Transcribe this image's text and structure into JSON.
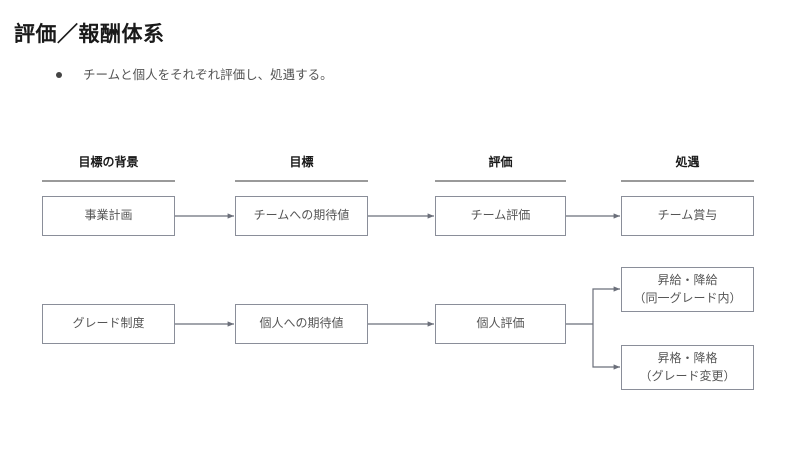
{
  "slide": {
    "title": "評価／報酬体系",
    "bullets": [
      {
        "marker": "bullet-dot",
        "text": "チームと個人をそれぞれ評価し、処遇する。"
      }
    ],
    "background_color": "#ffffff",
    "title_color": "#1a1a1a",
    "body_text_color": "#555555",
    "box_border_color": "#8a8e99",
    "rule_color": "#9a9a9a",
    "connector_color": "#6b6f7a"
  },
  "diagram": {
    "type": "flow-matrix",
    "columns": [
      {
        "id": "background",
        "label": "目標の背景"
      },
      {
        "id": "goal",
        "label": "目標"
      },
      {
        "id": "evaluation",
        "label": "評価"
      },
      {
        "id": "treatment",
        "label": "処遇"
      }
    ],
    "rows": [
      {
        "id": "team-row",
        "nodes": [
          {
            "id": "business-plan",
            "column": "background",
            "label": "事業計画"
          },
          {
            "id": "team-expectation",
            "column": "goal",
            "label": "チームへの期待値"
          },
          {
            "id": "team-evaluation",
            "column": "evaluation",
            "label": "チーム評価"
          },
          {
            "id": "team-bonus",
            "column": "treatment",
            "label": "チーム賞与"
          }
        ]
      },
      {
        "id": "individual-row",
        "nodes": [
          {
            "id": "grade-system",
            "column": "background",
            "label": "グレード制度"
          },
          {
            "id": "individual-expectation",
            "column": "goal",
            "label": "個人への期待値"
          },
          {
            "id": "individual-evaluation",
            "column": "evaluation",
            "label": "個人評価"
          },
          {
            "id": "pay-change",
            "column": "treatment",
            "label_line1": "昇給・降給",
            "label_line2": "（同一グレード内）"
          },
          {
            "id": "grade-change",
            "column": "treatment",
            "label_line1": "昇格・降格",
            "label_line2": "（グレード変更）"
          }
        ]
      }
    ],
    "edges": [
      {
        "from": "business-plan",
        "to": "team-expectation",
        "style": "arrow"
      },
      {
        "from": "team-expectation",
        "to": "team-evaluation",
        "style": "arrow"
      },
      {
        "from": "team-evaluation",
        "to": "team-bonus",
        "style": "arrow"
      },
      {
        "from": "grade-system",
        "to": "individual-expectation",
        "style": "arrow"
      },
      {
        "from": "individual-expectation",
        "to": "individual-evaluation",
        "style": "arrow"
      },
      {
        "from": "individual-evaluation",
        "to": "pay-change",
        "style": "branch-arrow"
      },
      {
        "from": "individual-evaluation",
        "to": "grade-change",
        "style": "branch-arrow"
      }
    ]
  }
}
